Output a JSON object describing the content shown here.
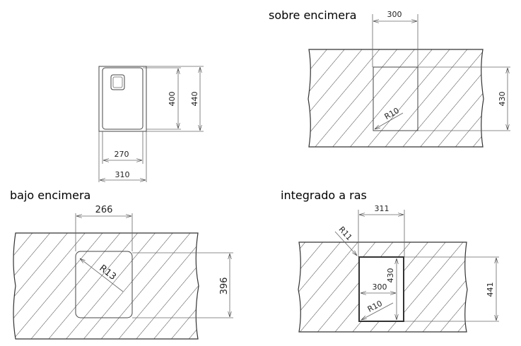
{
  "views": {
    "top": {
      "inner_height": "400",
      "outer_height": "440",
      "inner_width": "270",
      "outer_width": "310"
    },
    "sobre": {
      "title": "sobre encimera",
      "width": "300",
      "height": "430",
      "radius": "R10"
    },
    "bajo": {
      "title": "bajo encimera",
      "width": "266",
      "height": "396",
      "radius": "R13"
    },
    "integrado": {
      "title": "integrado a ras",
      "outer_width": "311",
      "inner_width": "300",
      "inner_height": "430",
      "outer_height": "441",
      "radius_inner": "R10",
      "radius_outer": "R11"
    }
  },
  "colors": {
    "line": "#444444",
    "text": "#000000"
  }
}
